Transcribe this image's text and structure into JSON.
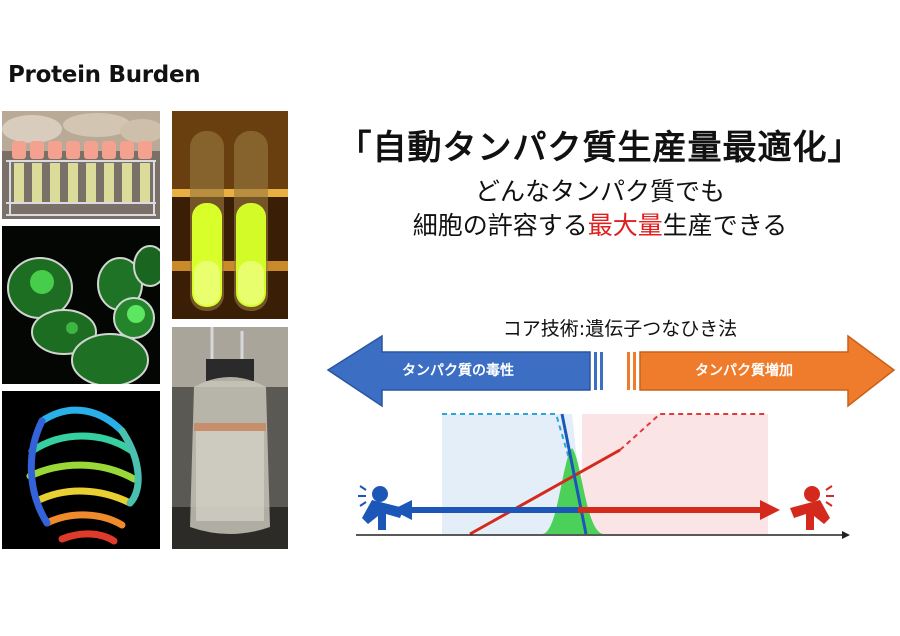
{
  "section_title": "Protein Burden",
  "headline": "「自動タンパク質生産量最適化」",
  "subline_1": "どんなタンパク質でも",
  "subline_2": {
    "before": "細胞の許容する",
    "highlight": "最大量",
    "after": "生産できる"
  },
  "core_label": "コア技術:遺伝子つなひき法",
  "arrows": {
    "left": {
      "label": "タンパク質の毒性",
      "color": "#3c6fc4"
    },
    "right": {
      "label": "タンパク質増加",
      "color": "#ef7c2c"
    }
  },
  "colors": {
    "highlight": "#e02020",
    "toxicity": "#1c57b8",
    "increase": "#d42a1e",
    "peak": "#4bd05a"
  }
}
